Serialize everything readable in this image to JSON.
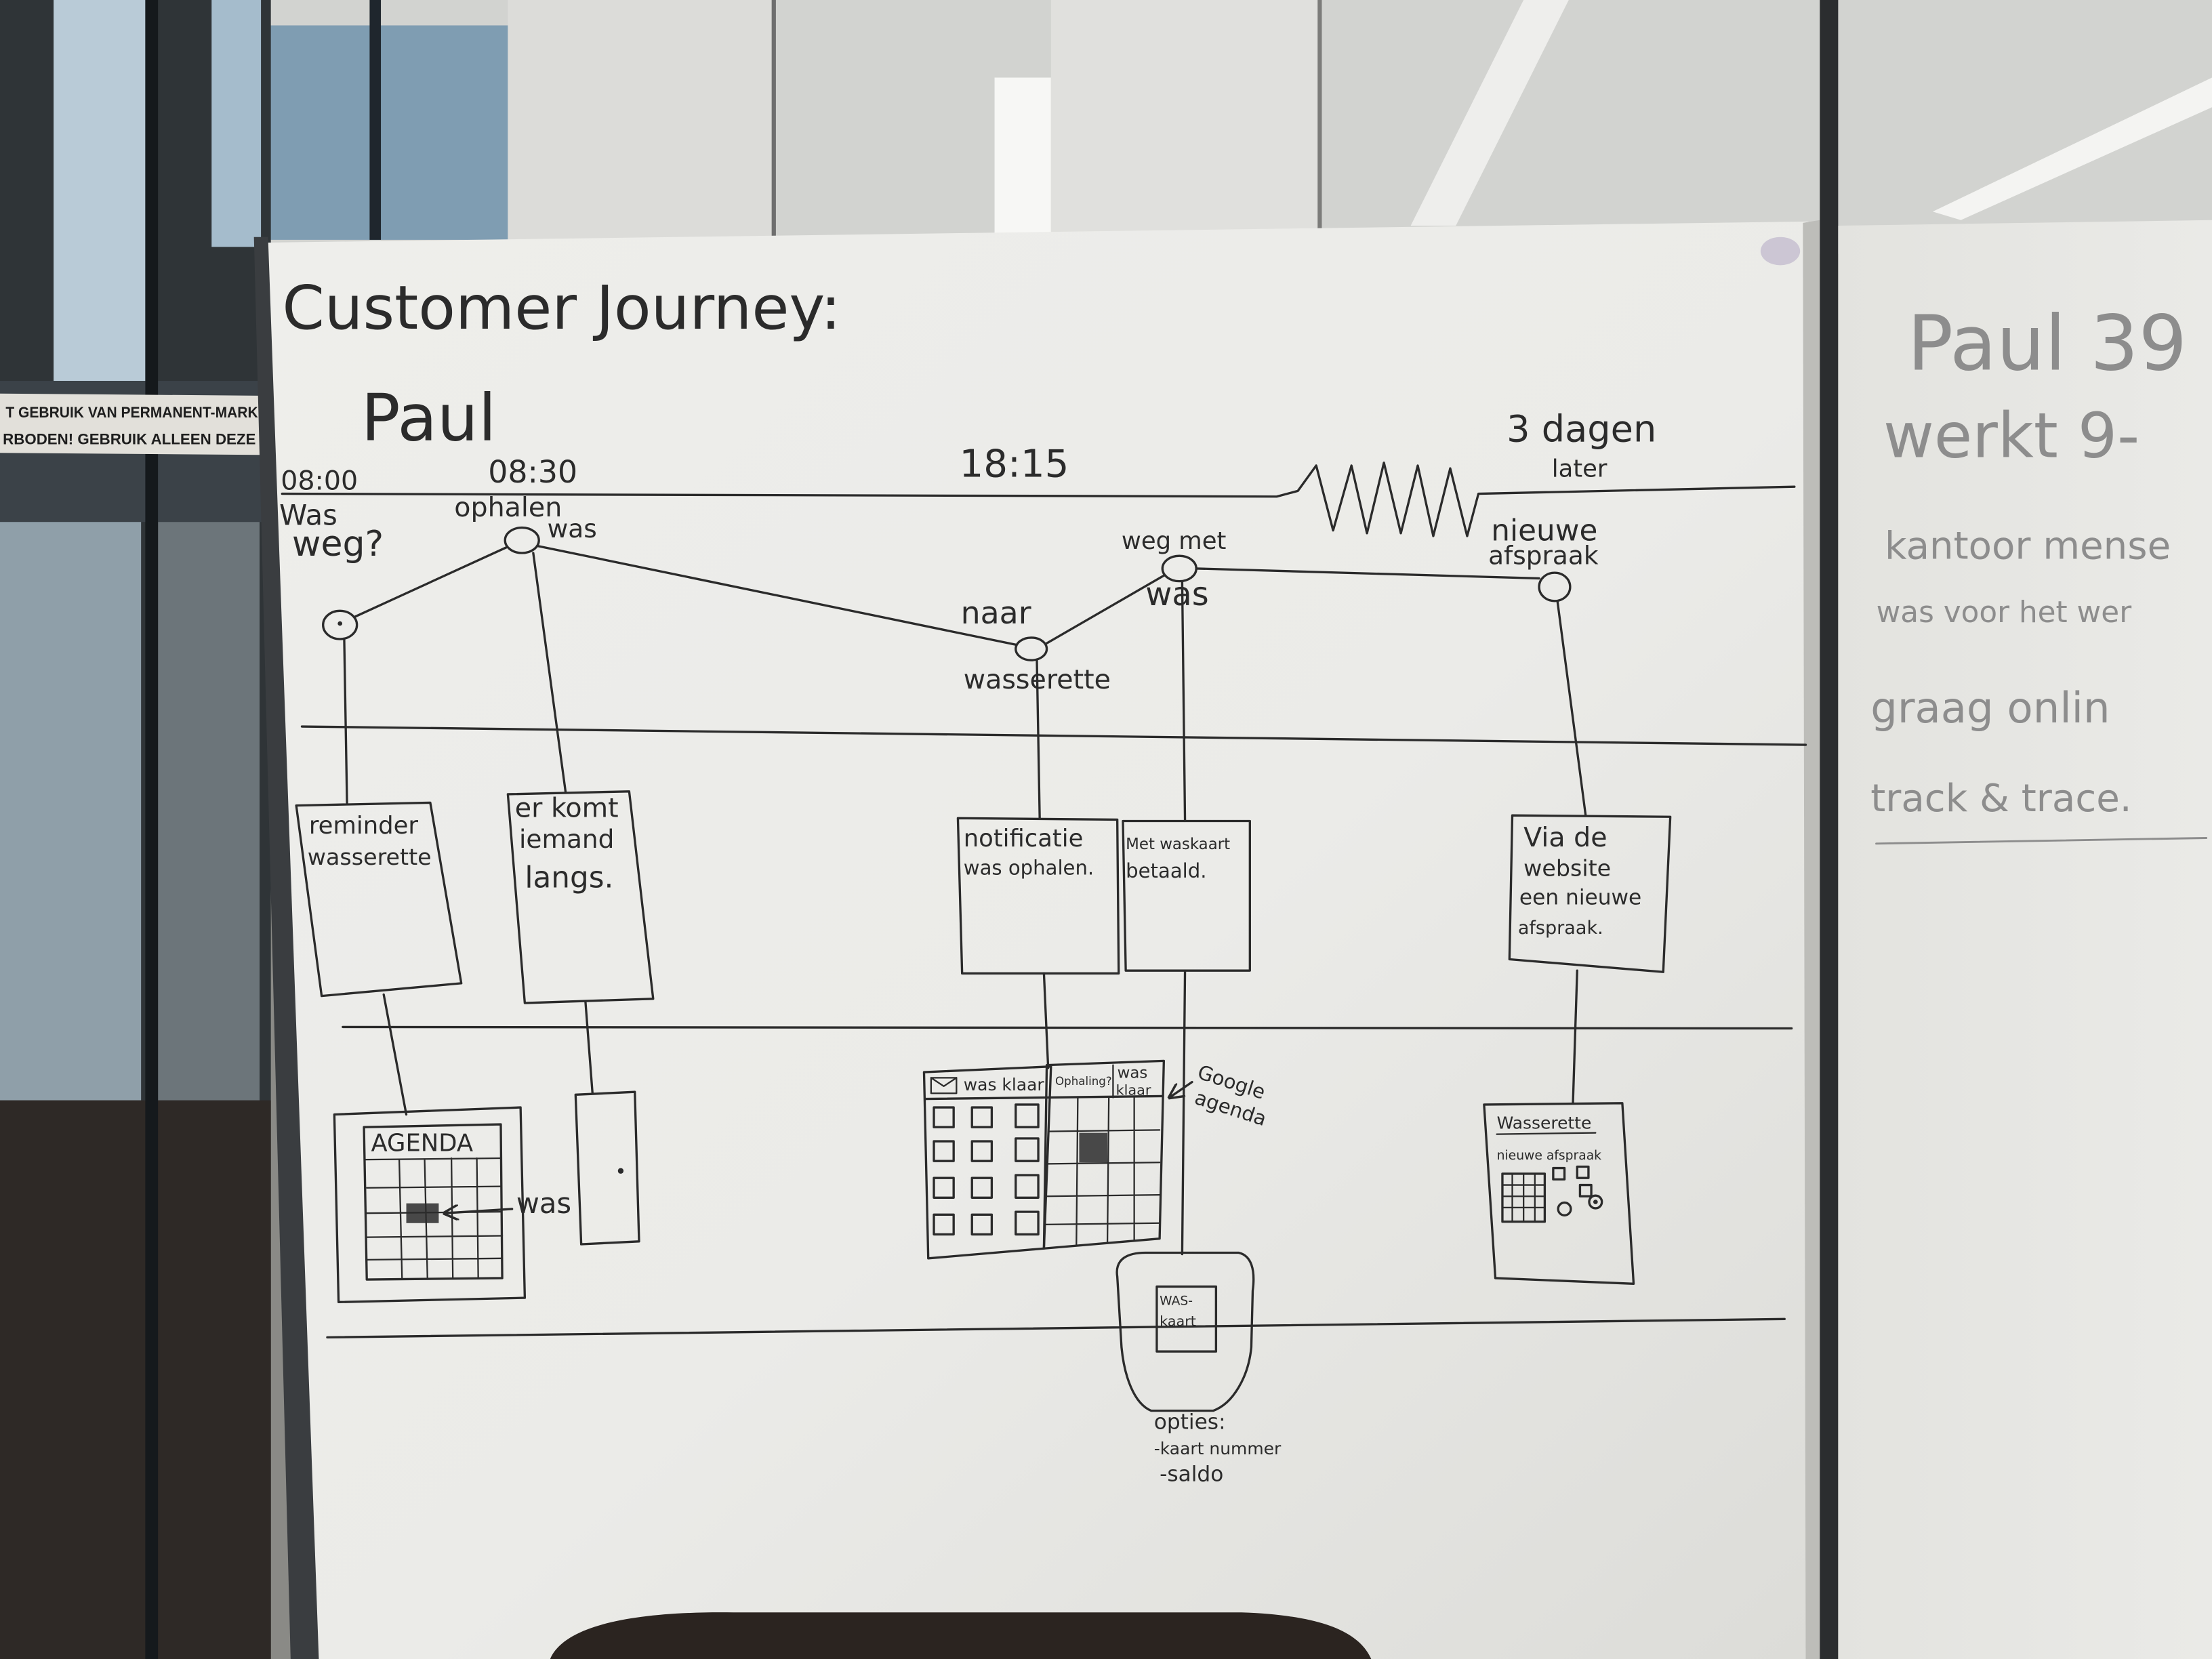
{
  "colors": {
    "ink": "#2b2b2b",
    "faint_ink": "#8d8d8d",
    "board": "#ebebe8"
  },
  "sticker": {
    "line1": "T GEBRUIK VAN PERMANENT-MARKERS IS",
    "line2": "RBODEN! GEBRUIK ALLEEN DEZE MARKERS!"
  },
  "board": {
    "title": "Customer Journey:",
    "persona": "Paul",
    "times": [
      "08:00",
      "08:30",
      "18:15"
    ],
    "later": {
      "line1": "3 dagen",
      "line2": "later"
    },
    "steps": [
      {
        "lines": [
          "Was",
          "weg?"
        ]
      },
      {
        "lines": [
          "ophalen",
          "was"
        ]
      },
      {
        "lines": [
          "naar",
          "wasserette"
        ]
      },
      {
        "lines": [
          "weg met",
          "was"
        ]
      },
      {
        "lines": [
          "nieuwe",
          "afspraak"
        ]
      }
    ],
    "touchpoints": [
      {
        "lines": [
          "reminder",
          "wasserette"
        ]
      },
      {
        "lines": [
          "er komt",
          "iemand",
          "langs."
        ]
      },
      {
        "lines": [
          "notificatie",
          "was ophalen."
        ]
      },
      {
        "lines": [
          "Met waskaart",
          "betaald."
        ]
      },
      {
        "lines": [
          "Via de",
          "website",
          "een nieuwe",
          "afspraak."
        ]
      }
    ],
    "agenda_sketch": {
      "title": "AGENDA",
      "arrow_label": "was"
    },
    "app_sketch": {
      "screen1_header": "was klaar",
      "screen2_question": "Ophaling?",
      "screen2_header": [
        "was",
        "klaar"
      ],
      "callout": [
        "Google",
        "agenda"
      ]
    },
    "card_sketch": {
      "label": [
        "WAS-",
        "kaart"
      ],
      "options_title": "opties:",
      "options": [
        "-kaart nummer",
        "-saldo"
      ]
    },
    "website_sketch": {
      "title": "Wasserette",
      "subtitle": "nieuwe afspraak"
    }
  },
  "side_board": {
    "lines": [
      "Paul 39",
      "werkt 9-",
      "kantoor mense",
      "was voor het wer",
      "graag onlin",
      "track & trace."
    ]
  }
}
